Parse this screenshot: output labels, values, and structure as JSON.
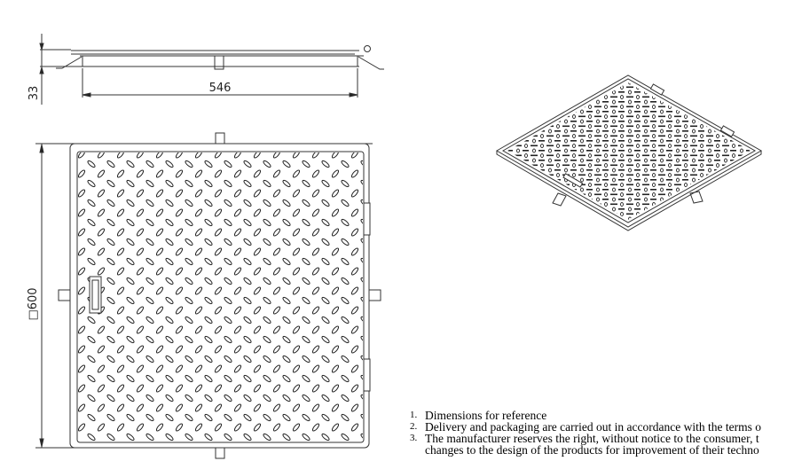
{
  "dimensions": {
    "width": "546",
    "height": "33",
    "size": "□600"
  },
  "notes": [
    {
      "num": "1.",
      "text": "Dimensions for reference"
    },
    {
      "num": "2.",
      "text": "Delivery and packaging are carried out in accordance with the terms o"
    },
    {
      "num": "3.",
      "text": "The manufacturer reserves the right, without notice to the consumer, t"
    },
    {
      "num": "",
      "text": "changes to  the design of the products for improvement of their techno"
    }
  ]
}
